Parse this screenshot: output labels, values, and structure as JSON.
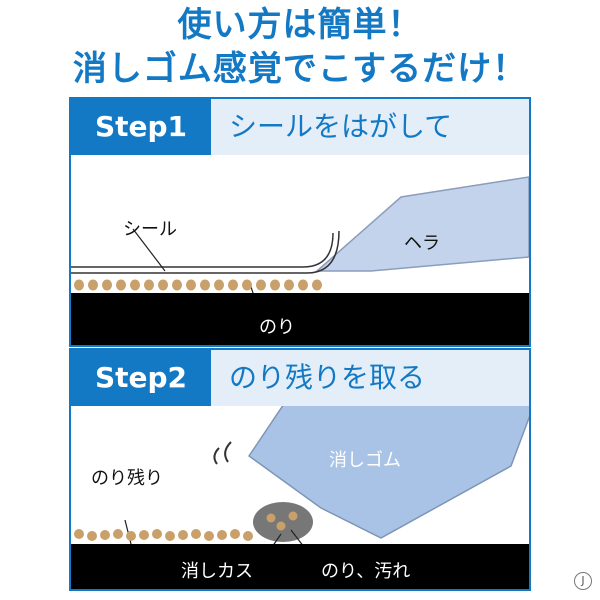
{
  "title": {
    "line1": "使い方は簡単！",
    "line2": "消しゴム感覚でこするだけ！"
  },
  "step1": {
    "tag": "Step1",
    "heading": "シールをはがして",
    "labels": {
      "sticker": "シール",
      "spatula": "ヘラ",
      "glue": "のり"
    }
  },
  "step2": {
    "tag": "Step2",
    "heading": "のり残りを取る",
    "labels": {
      "residue": "のり残り",
      "eraser": "消しゴム",
      "crumbs": "消しカス",
      "dirt": "のり、汚れ"
    }
  },
  "watermark": "J",
  "colors": {
    "accent": "#1479c4",
    "header_bg": "#e3eef9",
    "glue": "#c9a06a",
    "tool": "#a9c3e6",
    "surface": "#000000"
  }
}
